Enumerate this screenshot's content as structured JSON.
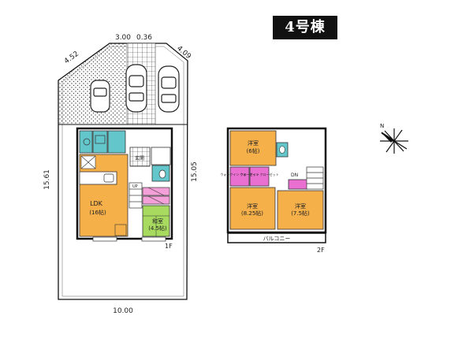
{
  "title": "4号棟",
  "dimensions": {
    "top": "3.00",
    "offset_1": "0.36",
    "offset_2": "4.09",
    "diag": "4.52",
    "left": "15.61",
    "right": "15.05",
    "bottom": "10.00"
  },
  "floor1": {
    "label": "1F",
    "ldk_name": "LDK",
    "ldk_size": "(16帖)",
    "wa_name": "和室",
    "wa_size": "(4.5帖)",
    "genkan": "玄関",
    "up": "UP"
  },
  "floor2": {
    "label": "2F",
    "room1_name": "洋室",
    "room1_size": "(6帖)",
    "room2_name": "洋室",
    "room2_size": "(8.25帖)",
    "room3_name": "洋室",
    "room3_size": "(7.5帖)",
    "closet1": "ウォークイン\nクローゼット",
    "closet2": "ウォークイン\nクローゼット",
    "dn": "DN",
    "balcony": "バルコニー"
  },
  "colors": {
    "room_orange": "#F5B04A",
    "tatami_green": "#A8DA5F",
    "closet_pink": "#E96FD0",
    "water_teal": "#63C6CB",
    "stair_pink": "#F4A0D8",
    "badge": "#111111"
  },
  "icons": [
    "compass-icon",
    "car-icon"
  ]
}
